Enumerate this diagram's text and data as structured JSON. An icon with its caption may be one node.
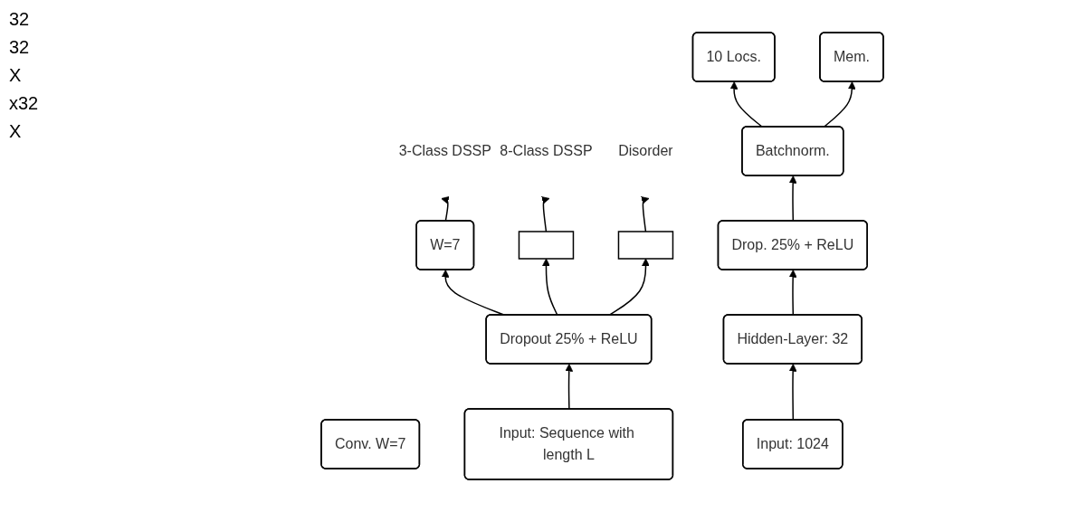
{
  "diagram": {
    "nodes": [
      {
        "text": [
          "3-Class DSSP"
        ]
      },
      {
        "text": [
          "8-Class DSSP"
        ]
      },
      {
        "text": [
          "Disorder"
        ]
      },
      {
        "text": [
          "W=7"
        ]
      },
      {
        "text": [],
        "shape": "box"
      },
      {
        "text": [],
        "shape": "box"
      },
      {
        "text": [
          "Dropout 25% + ReLU"
        ]
      },
      {
        "text": [
          "Conv. W=7"
        ]
      },
      {
        "text": [
          "Input: Sequence with length L"
        ]
      },
      {
        "text": [
          "10 Locs."
        ]
      },
      {
        "text": [
          "Mem."
        ]
      },
      {
        "text": [
          "Batchnorm."
        ]
      },
      {
        "text": [
          "Drop. 25% + ReLU"
        ]
      },
      {
        "text": [
          "Hidden-Layer: 32"
        ]
      },
      {
        "text": [
          "Input: 1024"
        ]
      }
    ],
    "edges": [
      {
        "from": 3,
        "to": 0,
        "arrow": "to"
      },
      {
        "from": 4,
        "to": 1,
        "arrow": "to"
      },
      {
        "from": 5,
        "to": 2,
        "arrow": "to"
      },
      {
        "from": 6,
        "to": 3,
        "arrow": "to"
      },
      {
        "from": 6,
        "to": 4,
        "arrow": "to"
      },
      {
        "from": 6,
        "to": 5,
        "arrow": "to"
      },
      {
        "from": 8,
        "to": 6,
        "arrow": "to"
      },
      {
        "from": 11,
        "to": 9,
        "arrow": "to"
      },
      {
        "from": 11,
        "to": 10,
        "arrow": "to"
      },
      {
        "from": 12,
        "to": 11,
        "arrow": "to"
      },
      {
        "from": 13,
        "to": 12,
        "arrow": "to"
      },
      {
        "from": 14,
        "to": 13,
        "arrow": "to"
      }
    ],
    "labels": [
      "32",
      "32",
      "X",
      "x32",
      "X"
    ]
  }
}
